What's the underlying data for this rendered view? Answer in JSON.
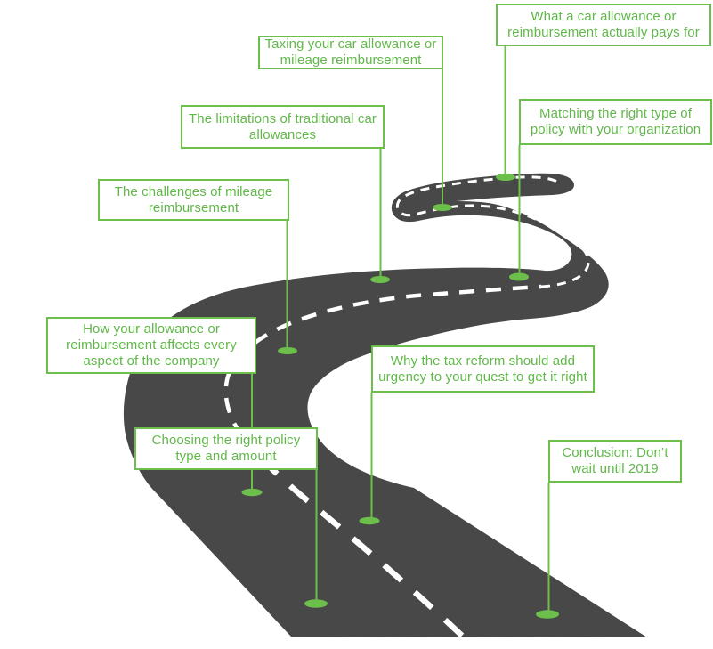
{
  "figure": "car-allowance-roadmap-infographic",
  "colors": {
    "road": "#484848",
    "center_dash": "#ffffff",
    "green_accent": "#6cbf4a",
    "label_text": "#61b84a",
    "background": "#ffffff"
  },
  "milestones": [
    {
      "label": "What a car allowance or reimbursement actually pays for"
    },
    {
      "label": "Taxing your car allowance or mileage reimbursement"
    },
    {
      "label": "The limitations of traditional car allowances"
    },
    {
      "label": "Matching the right type of policy with your organization"
    },
    {
      "label": "The challenges of mileage reimbursement"
    },
    {
      "label": "How your allowance or reimbursement affects every aspect of the company"
    },
    {
      "label": "Why the tax reform should add urgency to your quest to get it right"
    },
    {
      "label": "Choosing the right policy type and amount"
    },
    {
      "label": "Conclusion: Don’t wait until 2019"
    }
  ]
}
